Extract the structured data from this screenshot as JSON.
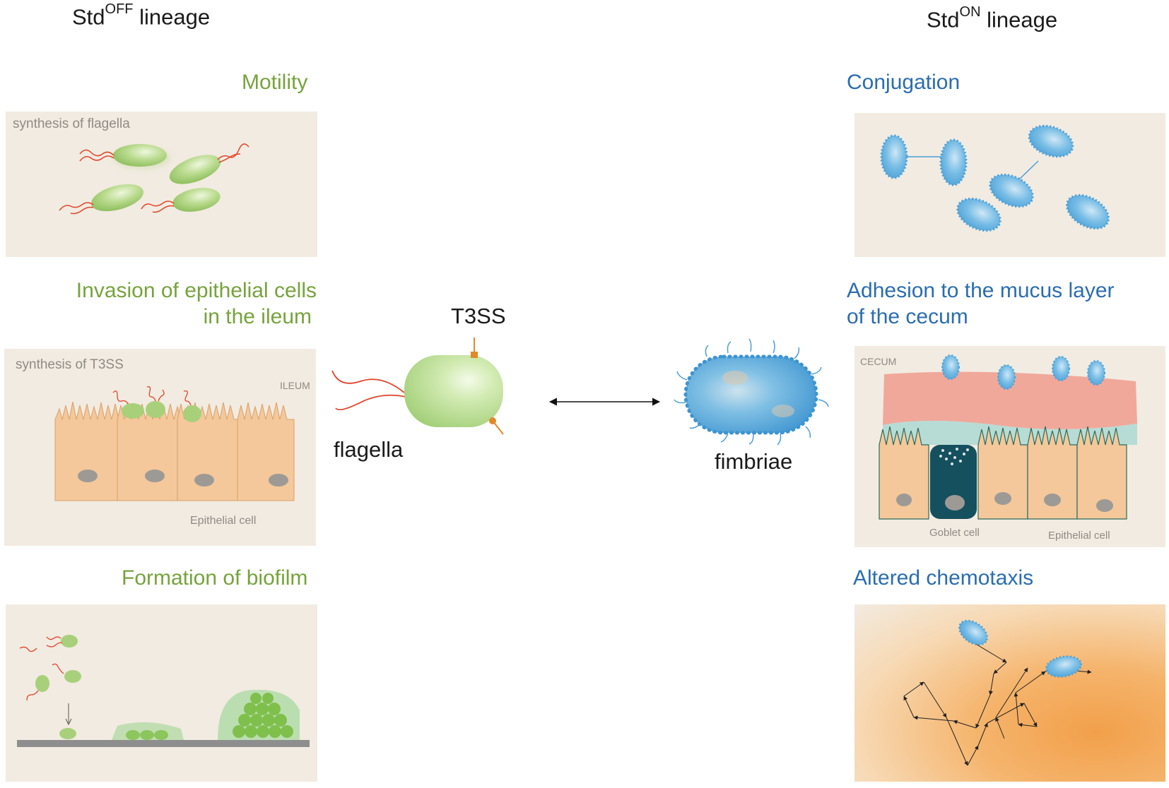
{
  "headers": {
    "left_main": "Std",
    "left_sup": "OFF",
    "left_tail": " lineage",
    "right_main": "Std",
    "right_sup": "ON",
    "right_tail": " lineage"
  },
  "left_lineage": {
    "motility": {
      "title": "Motility",
      "panel_label": "synthesis of flagella"
    },
    "invasion": {
      "title_line1": "Invasion of epithelial cells",
      "title_line2": "in the ileum",
      "panel_label": "synthesis of T3SS",
      "region_label": "ILEUM",
      "cell_label": "Epithelial cell"
    },
    "biofilm": {
      "title": "Formation of biofilm"
    }
  },
  "right_lineage": {
    "conjugation": {
      "title": "Conjugation"
    },
    "adhesion": {
      "title_line1": "Adhesion to the mucus layer",
      "title_line2": "of the cecum",
      "region_label": "CECUM",
      "goblet_label": "Goblet cell",
      "cell_label": "Epithelial cell"
    },
    "chemotaxis": {
      "title": "Altered chemotaxis"
    }
  },
  "center": {
    "t3ss_label": "T3SS",
    "flagella_label": "flagella",
    "fimbriae_label": "fimbriae"
  },
  "colors": {
    "green_text": "#76a33c",
    "blue_text": "#2a6db0",
    "panel_bg": "#f2ebe1",
    "green_cell": "#a8d07a",
    "blue_cell": "#5aaee0",
    "flagella_red": "#e0442a",
    "epithelial": "#f4c89a",
    "mucus_pink": "#f0a89a",
    "mucus_teal": "#b7dcd6",
    "goblet": "#15505e",
    "chemotaxis_orange": "#f0a040"
  }
}
